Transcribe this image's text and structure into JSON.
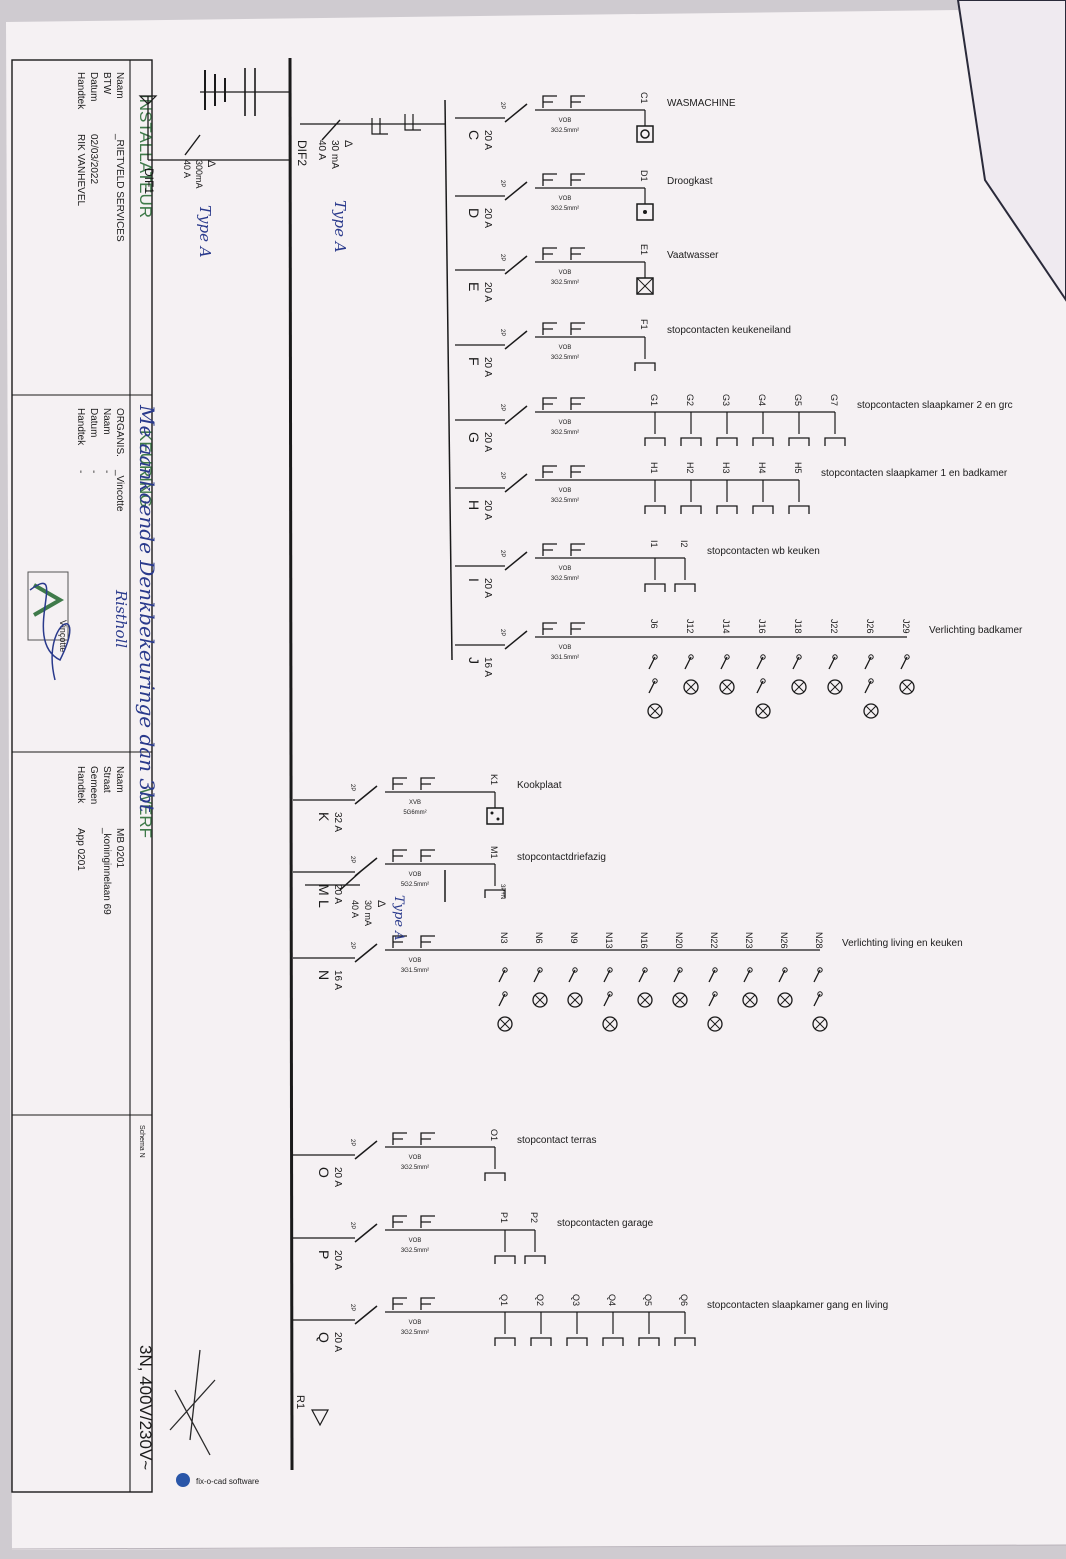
{
  "title_block": {
    "installateur": {
      "heading": "INSTALLATEUR",
      "labels": [
        "Naam",
        "BTW",
        "Datum",
        "Handtek"
      ],
      "values": [
        "_RIETVELD SERVICES",
        "",
        "02/03/2022",
        "RIK VANHEVEL"
      ]
    },
    "keuring": {
      "heading": "KEURING",
      "labels": [
        "ORGANIS.",
        "Naam",
        "Datum",
        "Handtek"
      ],
      "values": [
        "_Vincotte",
        "-",
        "-",
        "-"
      ],
      "logo_text": "Vinçotte",
      "handwritten": [
        "Me aankoende Denkbekeuringe dan 3bt",
        "Ristholl"
      ]
    },
    "werf": {
      "heading": "WERF",
      "labels": [
        "Naam",
        "Straat",
        "Gemeen",
        "Handtek"
      ],
      "values": [
        "MB 0201",
        "_koninginnelaan 69",
        "",
        "App 0201"
      ]
    },
    "schema_label": "Schema N",
    "supply": "3N, 400V/230V~",
    "software": "fix-o-cad software"
  },
  "main": {
    "dif1": {
      "label": "DIF1",
      "ratings": [
        "Δ",
        "300mA",
        "40 A"
      ],
      "handwritten": "Type A"
    },
    "dif2": {
      "label": "DIF2",
      "ratings": [
        "Δ",
        "30 mA",
        "40 A"
      ],
      "handwritten": "Type A"
    },
    "end_label": "R1"
  },
  "circuits": [
    {
      "id": "C",
      "rating": "20 A",
      "cable": [
        "VOB",
        "3G2.5mm²"
      ],
      "points": [
        "C1"
      ],
      "load": "WASMACHINE",
      "symbol": "wm"
    },
    {
      "id": "D",
      "rating": "20 A",
      "cable": [
        "VOB",
        "3G2.5mm²"
      ],
      "points": [
        "D1"
      ],
      "load": "Droogkast",
      "symbol": "dk"
    },
    {
      "id": "E",
      "rating": "20 A",
      "cable": [
        "VOB",
        "3G2.5mm²"
      ],
      "points": [
        "E1"
      ],
      "load": "Vaatwasser",
      "symbol": "vw"
    },
    {
      "id": "F",
      "rating": "20 A",
      "cable": [
        "VOB",
        "3G2.5mm²"
      ],
      "points": [
        "F1"
      ],
      "load": "stopcontacten keukeneiland",
      "symbol": "socket"
    },
    {
      "id": "G",
      "rating": "20 A",
      "cable": [
        "VOB",
        "3G2.5mm²"
      ],
      "points": [
        "G1",
        "G2",
        "G3",
        "G4",
        "G5",
        "G7"
      ],
      "load": "stopcontacten slaapkamer 2 en grc",
      "symbol": "socket"
    },
    {
      "id": "H",
      "rating": "20 A",
      "cable": [
        "VOB",
        "3G2.5mm²"
      ],
      "points": [
        "H1",
        "H2",
        "H3",
        "H4",
        "H5"
      ],
      "load": "stopcontacten slaapkamer 1 en badkamer",
      "symbol": "socket"
    },
    {
      "id": "I",
      "rating": "20 A",
      "cable": [
        "VOB",
        "3G2.5mm²"
      ],
      "points": [
        "I1",
        "I2"
      ],
      "load": "stopcontacten wb keuken",
      "symbol": "socket"
    },
    {
      "id": "J",
      "rating": "16 A",
      "cable": [
        "VOB",
        "3G1.5mm²"
      ],
      "points": [
        "J6",
        "J12",
        "J14",
        "J16",
        "J18",
        "J22",
        "J26",
        "J29"
      ],
      "load": "Verlichting badkamer",
      "symbol": "light"
    },
    {
      "id": "K",
      "rating": "32 A",
      "cable": [
        "XVB",
        "5G6mm²"
      ],
      "points": [
        "K1"
      ],
      "load": "Kookplaat",
      "symbol": "kp"
    },
    {
      "id": "M",
      "rating": "20 A",
      "cable": [
        "VOB",
        "5G2.5mm²"
      ],
      "points": [
        "M1"
      ],
      "load": "stopcontactdriefazig",
      "symbol": "socket3"
    },
    {
      "id": "N",
      "rating": "16 A",
      "cable": [
        "VOB",
        "3G1.5mm²"
      ],
      "points": [
        "N3",
        "N6",
        "N9",
        "N13",
        "N16",
        "N20",
        "N22",
        "N23",
        "N26",
        "N28"
      ],
      "load": "Verlichting living en keuken",
      "symbol": "light"
    },
    {
      "id": "O",
      "rating": "20 A",
      "cable": [
        "VOB",
        "3G2.5mm²"
      ],
      "points": [
        "O1"
      ],
      "load": "stopcontact terras",
      "symbol": "socket"
    },
    {
      "id": "P",
      "rating": "20 A",
      "cable": [
        "VOB",
        "3G2.5mm²"
      ],
      "points": [
        "P1",
        "P2"
      ],
      "load": "stopcontacten garage",
      "symbol": "socket"
    },
    {
      "id": "Q",
      "rating": "20 A",
      "cable": [
        "VOB",
        "3G2.5mm²"
      ],
      "points": [
        "Q1",
        "Q2",
        "Q3",
        "Q4",
        "Q5",
        "Q6"
      ],
      "load": "stopcontacten slaapkamer gang en living",
      "symbol": "socket"
    }
  ],
  "sub_l": {
    "id": "L",
    "ratings": [
      "Δ",
      "30 mA",
      "40 A"
    ],
    "handwritten": "Type A"
  }
}
